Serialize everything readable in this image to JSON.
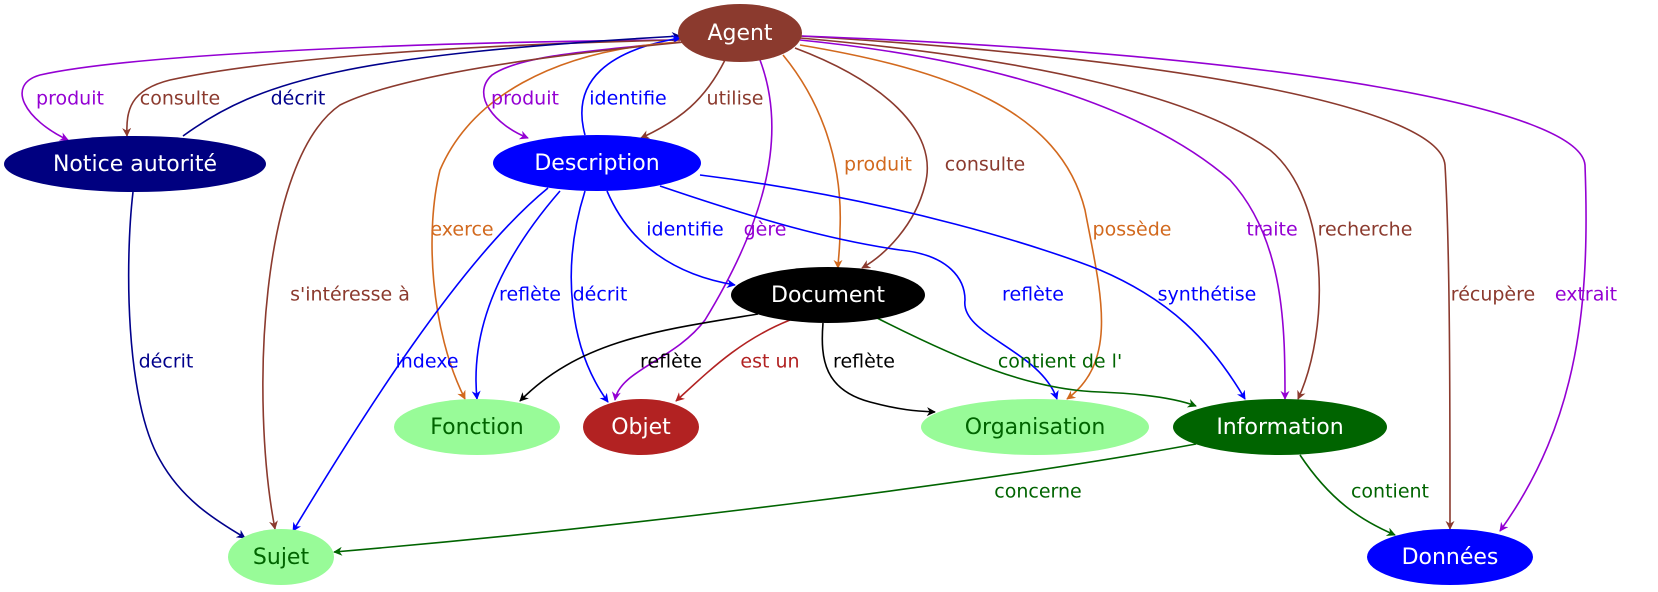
{
  "nodes": [
    {
      "id": "agent",
      "label": "Agent",
      "fill": "#8b3a2e",
      "text_color": "#ffffff"
    },
    {
      "id": "notice",
      "label": "Notice autorité",
      "fill": "#000080",
      "text_color": "#ffffff"
    },
    {
      "id": "description",
      "label": "Description",
      "fill": "#0000ff",
      "text_color": "#ffffff"
    },
    {
      "id": "document",
      "label": "Document",
      "fill": "#000000",
      "text_color": "#ffffff"
    },
    {
      "id": "fonction",
      "label": "Fonction",
      "fill": "#98fb98",
      "text_color": "#006400"
    },
    {
      "id": "objet",
      "label": "Objet",
      "fill": "#b22222",
      "text_color": "#ffffff"
    },
    {
      "id": "organisation",
      "label": "Organisation",
      "fill": "#98fb98",
      "text_color": "#006400"
    },
    {
      "id": "information",
      "label": "Information",
      "fill": "#006400",
      "text_color": "#ffffff"
    },
    {
      "id": "sujet",
      "label": "Sujet",
      "fill": "#98fb98",
      "text_color": "#006400"
    },
    {
      "id": "donnees",
      "label": "Données",
      "fill": "#0000ff",
      "text_color": "#ffffff"
    }
  ],
  "edges": [
    {
      "id": "e1",
      "from": "agent",
      "to": "notice",
      "label": "produit",
      "color": "#9400d3"
    },
    {
      "id": "e2",
      "from": "agent",
      "to": "notice",
      "label": "consulte",
      "color": "#8b3a2e"
    },
    {
      "id": "e3",
      "from": "notice",
      "to": "agent",
      "label": "décrit",
      "color": "#00008b"
    },
    {
      "id": "e4",
      "from": "agent",
      "to": "description",
      "label": "produit",
      "color": "#9400d3"
    },
    {
      "id": "e5",
      "from": "description",
      "to": "agent",
      "label": "identifie",
      "color": "#0000ff"
    },
    {
      "id": "e6",
      "from": "agent",
      "to": "description",
      "label": "utilise",
      "color": "#8b3a2e"
    },
    {
      "id": "e7",
      "from": "agent",
      "to": "objet",
      "label": "gère",
      "color": "#9400d3"
    },
    {
      "id": "e8",
      "from": "agent",
      "to": "document",
      "label": "produit",
      "color": "#d2691e"
    },
    {
      "id": "e9",
      "from": "agent",
      "to": "document",
      "label": "consulte",
      "color": "#8b3a2e"
    },
    {
      "id": "e10",
      "from": "agent",
      "to": "organisation",
      "label": "possède",
      "color": "#d2691e"
    },
    {
      "id": "e11",
      "from": "agent",
      "to": "information",
      "label": "traite",
      "color": "#9400d3"
    },
    {
      "id": "e12",
      "from": "agent",
      "to": "information",
      "label": "recherche",
      "color": "#8b3a2e"
    },
    {
      "id": "e13",
      "from": "agent",
      "to": "donnees",
      "label": "récupère",
      "color": "#8b3a2e"
    },
    {
      "id": "e14",
      "from": "agent",
      "to": "donnees",
      "label": "extrait",
      "color": "#9400d3"
    },
    {
      "id": "e15",
      "from": "agent",
      "to": "fonction",
      "label": "exerce",
      "color": "#d2691e"
    },
    {
      "id": "e16",
      "from": "agent",
      "to": "sujet",
      "label": "s'intéresse à",
      "color": "#8b3a2e"
    },
    {
      "id": "e17",
      "from": "notice",
      "to": "sujet",
      "label": "décrit",
      "color": "#00008b"
    },
    {
      "id": "e18",
      "from": "description",
      "to": "document",
      "label": "identifie",
      "color": "#0000ff"
    },
    {
      "id": "e19",
      "from": "description",
      "to": "fonction",
      "label": "reflète",
      "color": "#0000ff"
    },
    {
      "id": "e20",
      "from": "description",
      "to": "objet",
      "label": "décrit",
      "color": "#0000ff"
    },
    {
      "id": "e21",
      "from": "description",
      "to": "sujet",
      "label": "indexe",
      "color": "#0000ff"
    },
    {
      "id": "e22",
      "from": "description",
      "to": "organisation",
      "label": "reflète",
      "color": "#0000ff"
    },
    {
      "id": "e23",
      "from": "description",
      "to": "information",
      "label": "synthétise",
      "color": "#0000ff"
    },
    {
      "id": "e24",
      "from": "document",
      "to": "fonction",
      "label": "reflète",
      "color": "#000000"
    },
    {
      "id": "e25",
      "from": "document",
      "to": "objet",
      "label": "est un",
      "color": "#b22222"
    },
    {
      "id": "e26",
      "from": "document",
      "to": "organisation",
      "label": "reflète",
      "color": "#000000"
    },
    {
      "id": "e27",
      "from": "document",
      "to": "information",
      "label": "contient de l'",
      "color": "#006400"
    },
    {
      "id": "e28",
      "from": "information",
      "to": "sujet",
      "label": "concerne",
      "color": "#006400"
    },
    {
      "id": "e29",
      "from": "information",
      "to": "donnees",
      "label": "contient",
      "color": "#006400"
    }
  ]
}
